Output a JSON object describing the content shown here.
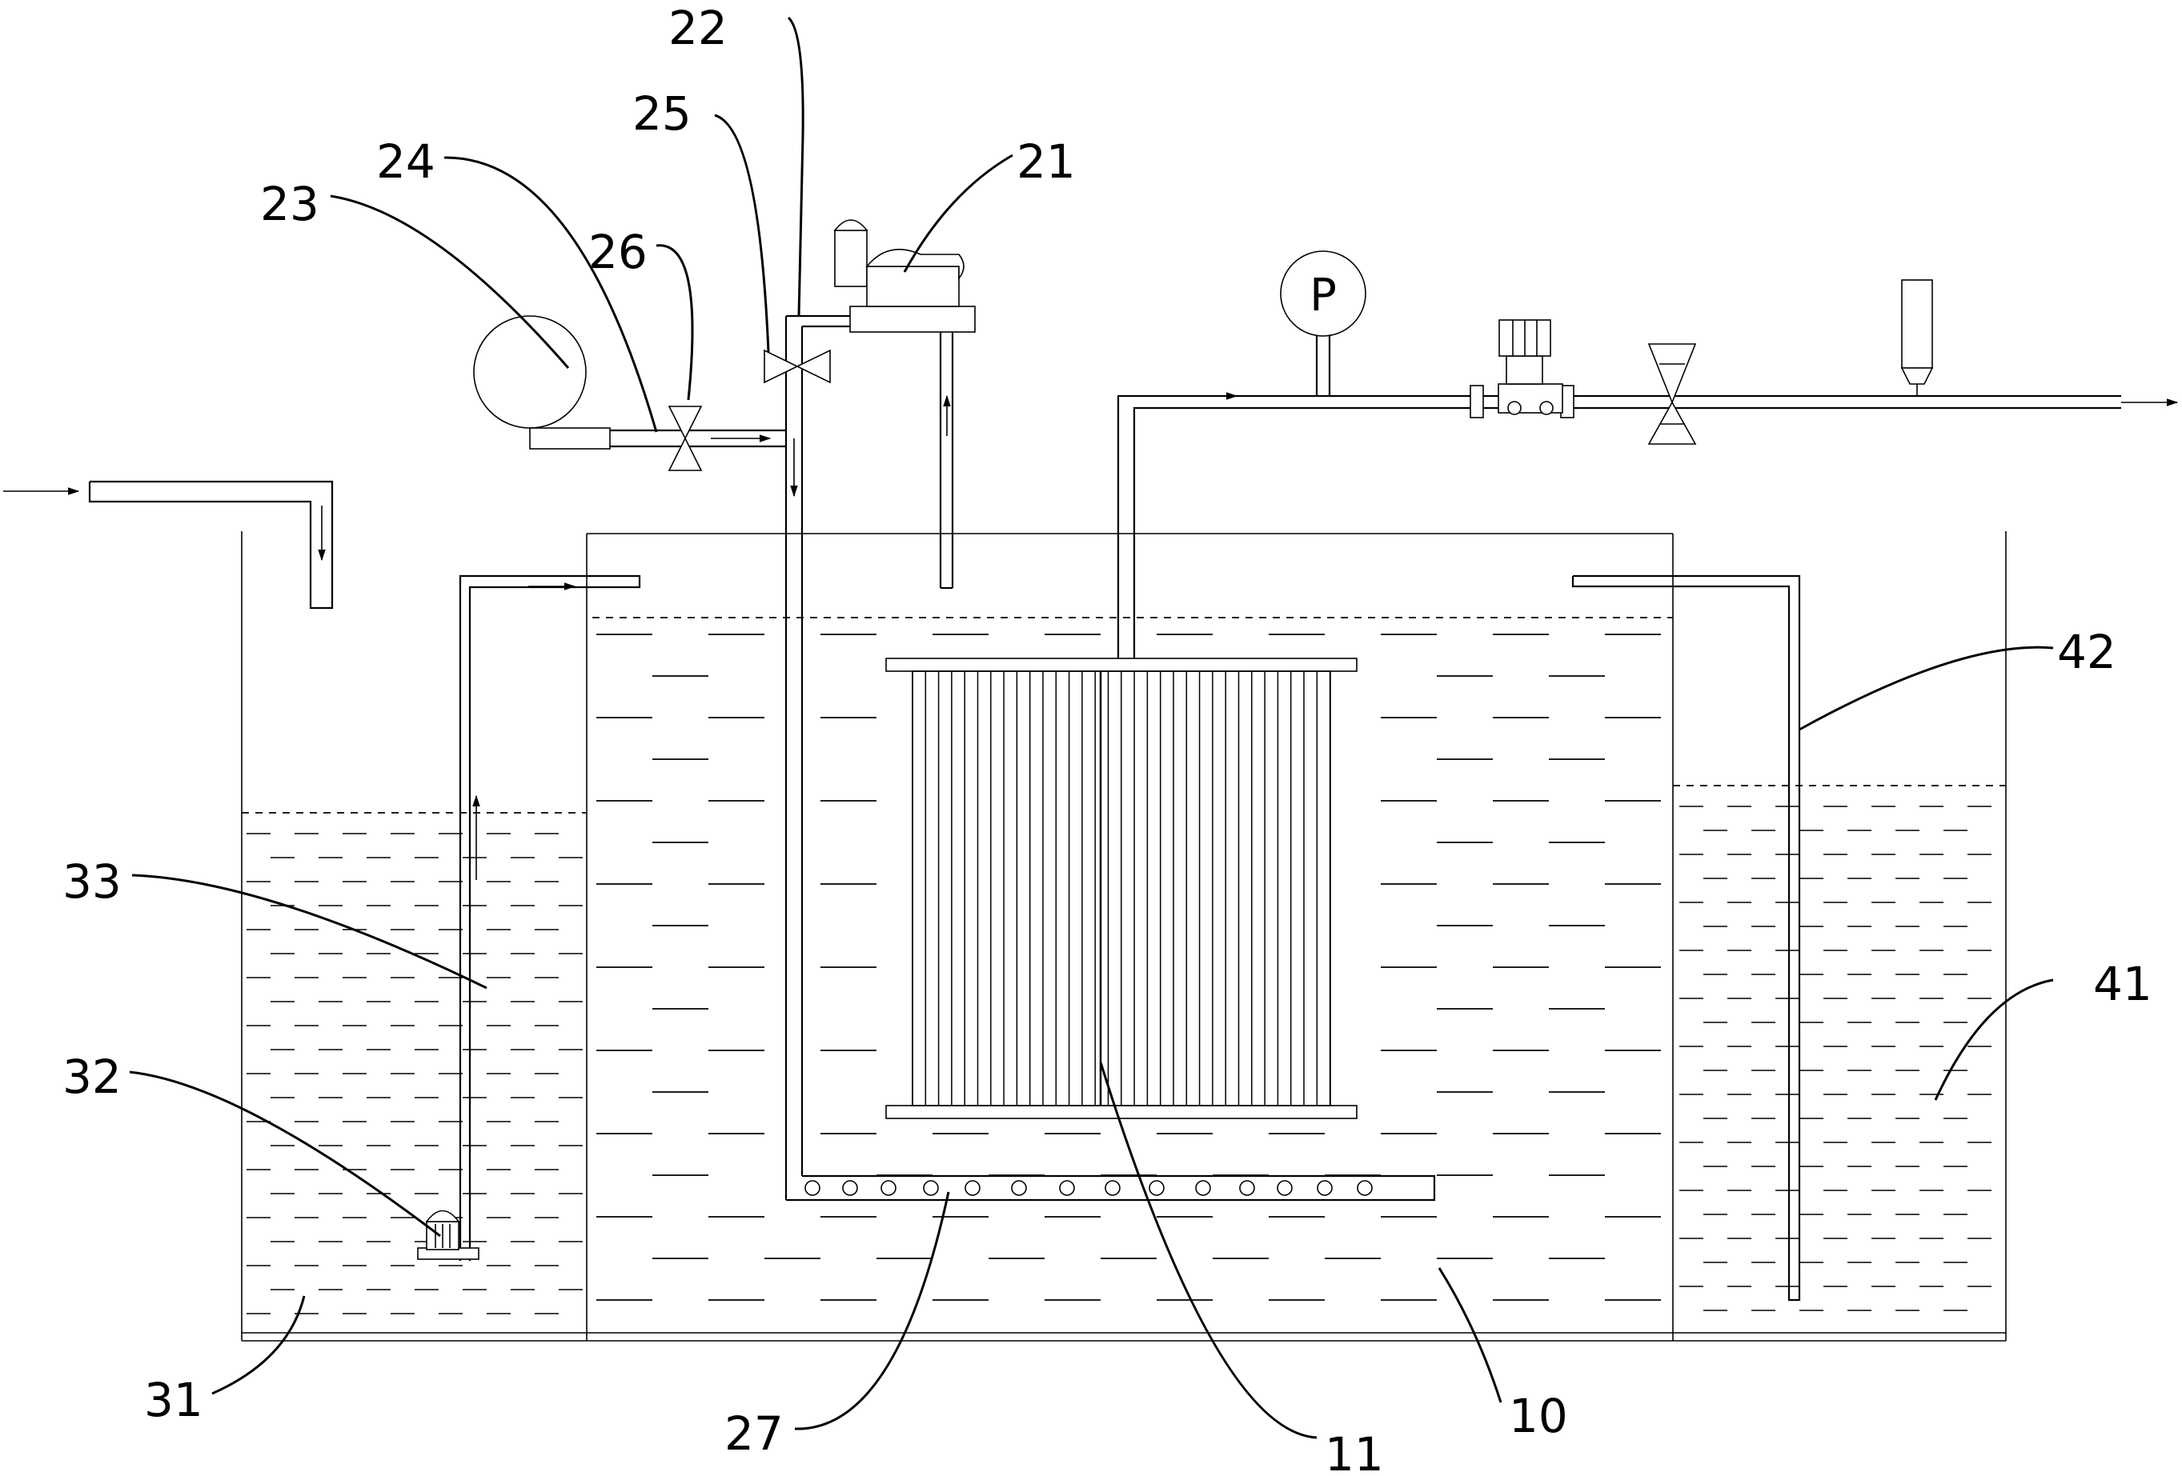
{
  "labels": {
    "l10": "10",
    "l11": "11",
    "l21": "21",
    "l22": "22",
    "l23": "23",
    "l24": "24",
    "l25": "25",
    "l26": "26",
    "l27": "27",
    "l31": "31",
    "l32": "32",
    "l33": "33",
    "l41": "41",
    "l42": "42"
  },
  "gauge": {
    "letter": "P"
  }
}
